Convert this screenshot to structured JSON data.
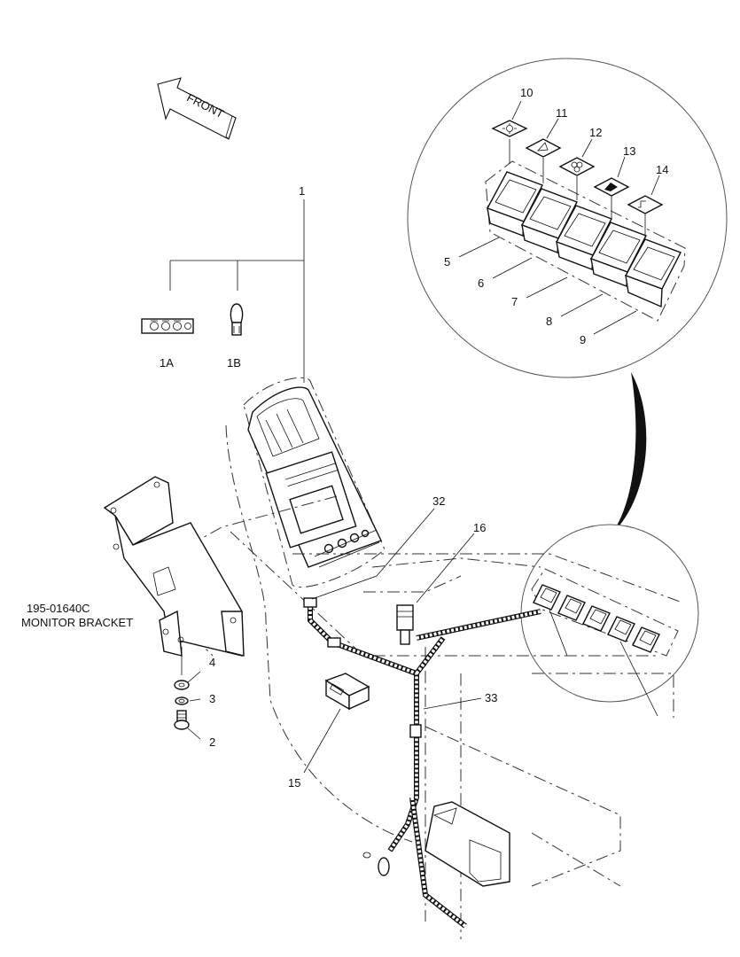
{
  "direction_label": "FRONT",
  "callouts": {
    "c1": "1",
    "c1a": "1A",
    "c1b": "1B",
    "c2": "2",
    "c3": "3",
    "c4": "4",
    "c5": "5",
    "c6": "6",
    "c7": "7",
    "c8": "8",
    "c9": "9",
    "c10": "10",
    "c11": "11",
    "c12": "12",
    "c13": "13",
    "c14": "14",
    "c15": "15",
    "c16": "16",
    "c32": "32",
    "c33": "33"
  },
  "bracket_part_number": "195-01640C",
  "bracket_name": "MONITOR BRACKET",
  "switch_icons": [
    "work-light-icon",
    "horn-icon",
    "fan-icon",
    "wiper-icon",
    "washer-icon"
  ]
}
